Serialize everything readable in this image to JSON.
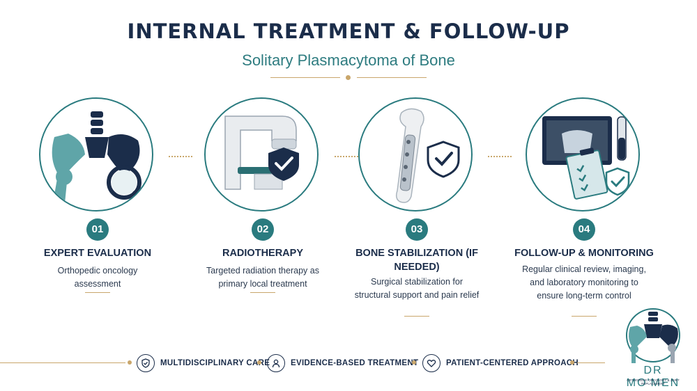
{
  "header": {
    "title": "INTERNAL TREATMENT & FOLLOW-UP",
    "subtitle": "Solitary Plasmacytoma of Bone"
  },
  "steps": [
    {
      "number": "01",
      "title": "EXPERT EVALUATION",
      "description": "Orthopedic oncology assessment",
      "icon": "pelvis-magnifier-icon"
    },
    {
      "number": "02",
      "title": "RADIOTHERAPY",
      "description": "Targeted radiation therapy as primary local treatment",
      "icon": "radiotherapy-machine-icon"
    },
    {
      "number": "03",
      "title": "BONE STABILIZATION (IF NEEDED)",
      "description": "Surgical stabilization for structural support and pain relief",
      "icon": "femur-plate-icon"
    },
    {
      "number": "04",
      "title": "FOLLOW-UP & MONITORING",
      "description": "Regular clinical review, imaging, and laboratory monitoring to ensure long-term control",
      "icon": "monitor-clipboard-icon"
    }
  ],
  "footer": {
    "items": [
      {
        "label": "MULTIDISCIPLINARY CARE",
        "icon": "shield-check-icon"
      },
      {
        "label": "EVIDENCE-BASED TREATMENT",
        "icon": "person-icon"
      },
      {
        "label": "PATIENT-CENTERED APPROACH",
        "icon": "heart-icon"
      }
    ]
  },
  "logo": {
    "name": "DR MO'MEN",
    "tagline": "ORTHOPEDIC ONCOLOGY & JOINT REPLACEMENT"
  },
  "colors": {
    "navy": "#1b2d4a",
    "teal": "#2a7b7f",
    "gold": "#c9a66b"
  }
}
